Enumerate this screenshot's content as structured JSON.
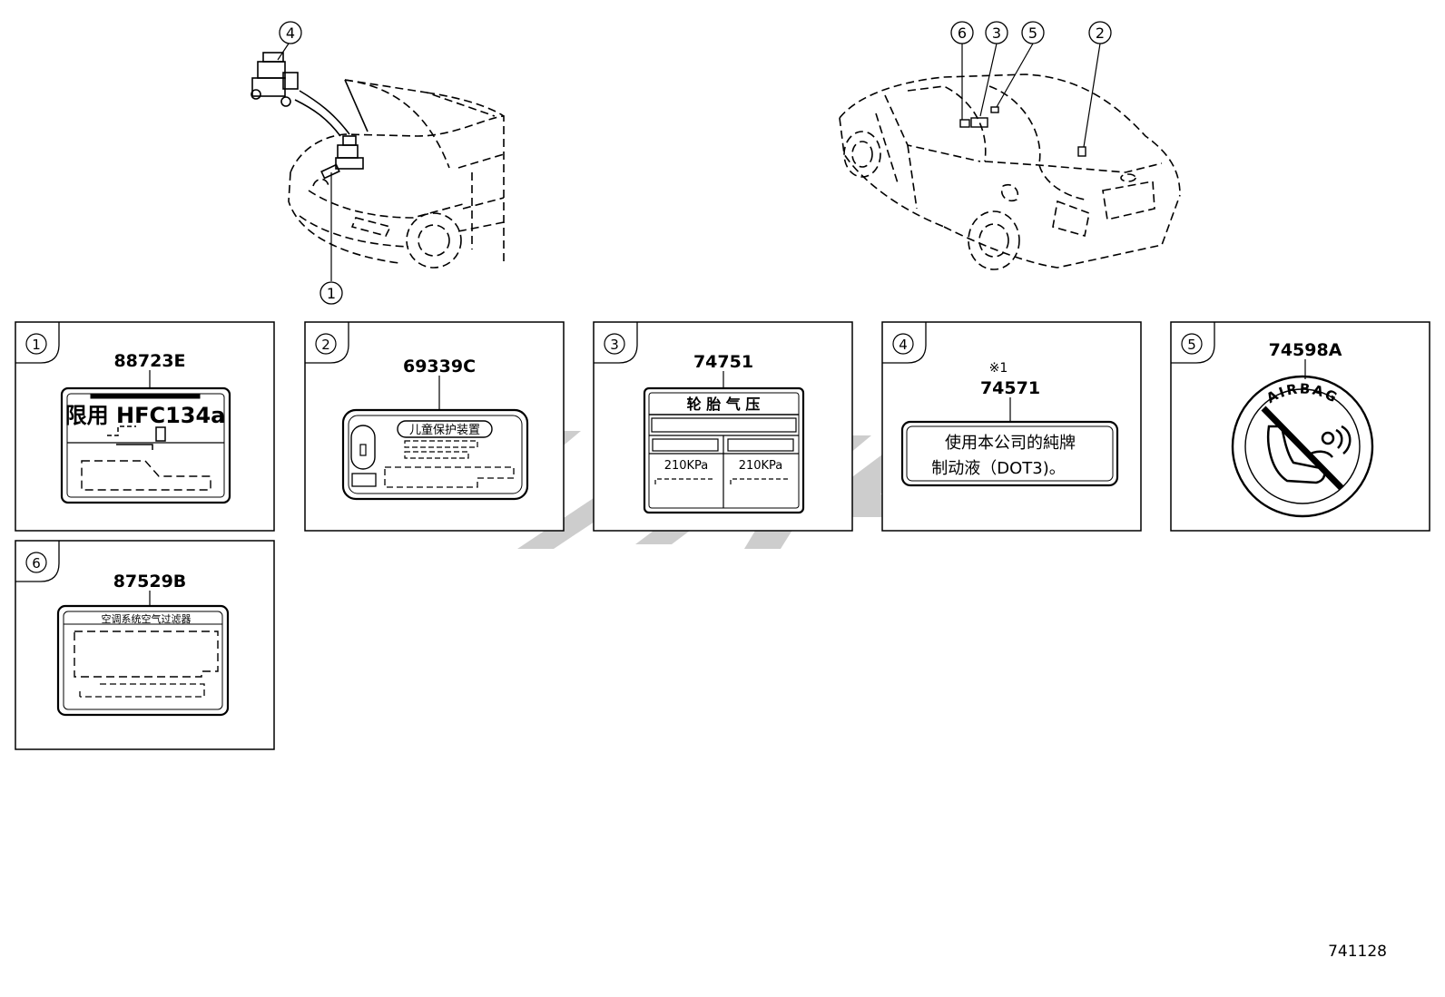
{
  "callouts": [
    "1",
    "2",
    "3",
    "4",
    "5",
    "6"
  ],
  "panels": [
    {
      "num": "1",
      "part": "88723E",
      "label_main": "限用 HFC134a"
    },
    {
      "num": "2",
      "part": "69339C",
      "label_title": "儿童保护装置"
    },
    {
      "num": "3",
      "part": "74751",
      "label_title": "轮 胎 气 压",
      "pressure_left": "210KPa",
      "pressure_right": "210KPa"
    },
    {
      "num": "4",
      "note": "※1",
      "part": "74571",
      "line1": "使用本公司的純牌",
      "line2": "制动液（DOT3)。"
    },
    {
      "num": "5",
      "part": "74598A",
      "badge_text": "AIRBAG"
    },
    {
      "num": "6",
      "part": "87529B",
      "label_title": "空调系统空气过滤器"
    }
  ],
  "diagram_id": "741128",
  "colors": {
    "line": "#000000",
    "watermark": "#c8c8c8",
    "label_fill": "#f2f2f2"
  }
}
